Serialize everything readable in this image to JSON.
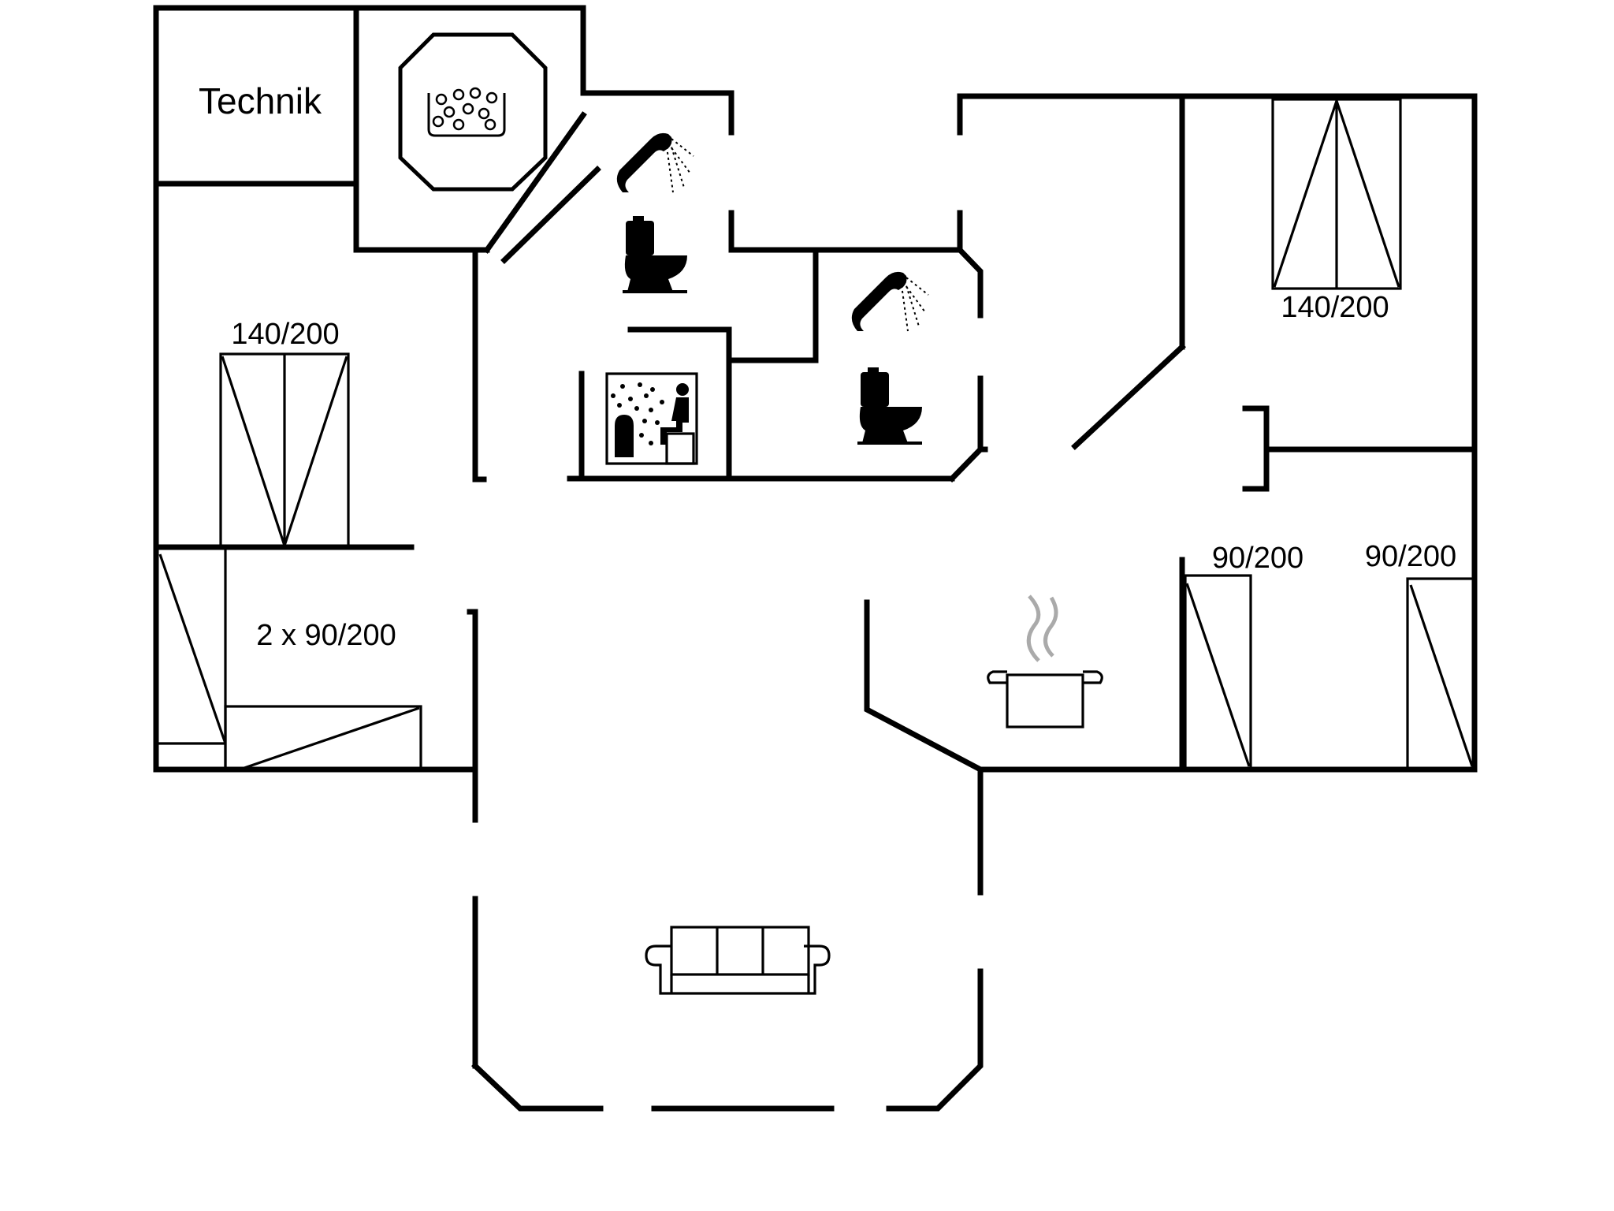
{
  "labels": {
    "technik": "Technik",
    "bed_left_double": "140/200",
    "bed_left_twin": "2 x 90/200",
    "bed_right_double": "140/200",
    "bed_right_single_a": "90/200",
    "bed_right_single_b": "90/200"
  },
  "icons": [
    "whirlpool-icon",
    "shower-icon",
    "toilet-icon",
    "sauna-icon",
    "cooking-pot-icon",
    "sofa-icon"
  ]
}
